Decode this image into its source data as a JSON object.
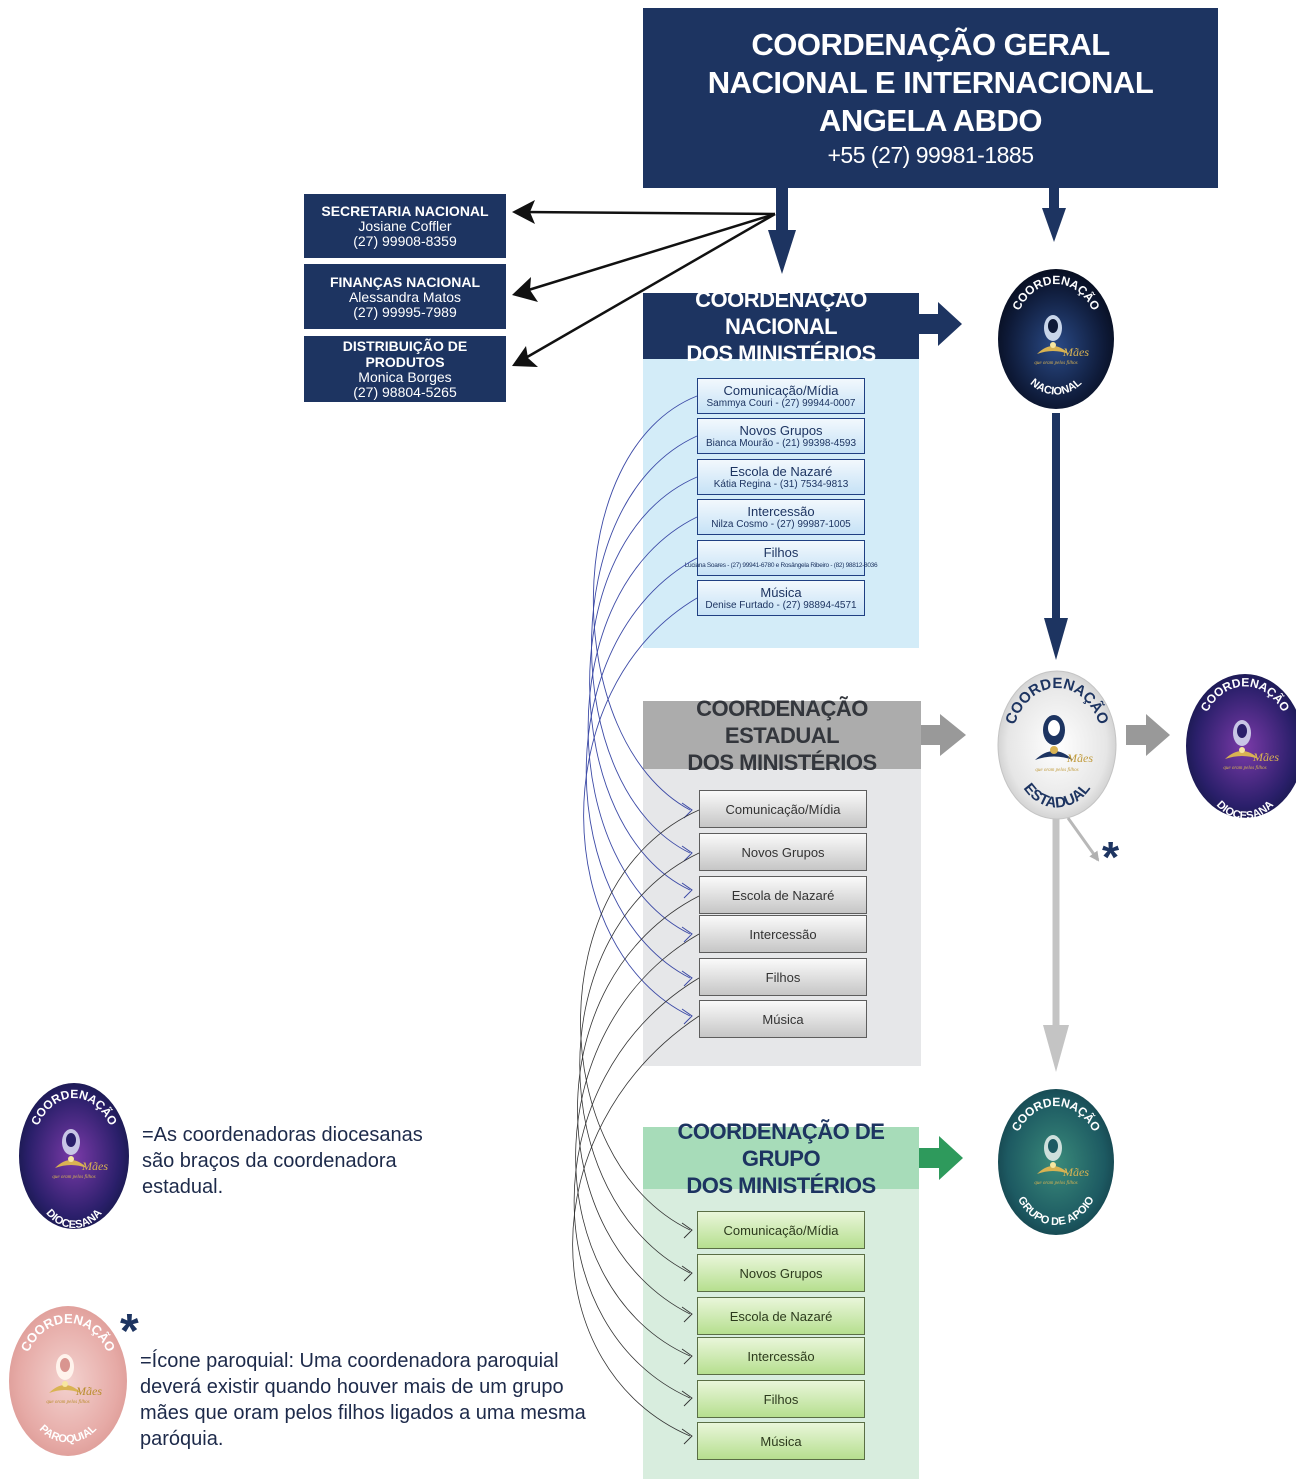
{
  "top": {
    "line1": "COORDENAÇÃO GERAL",
    "line2": "NACIONAL E INTERNACIONAL",
    "line3": "ANGELA ABDO",
    "phone": "+55 (27) 99981-1885"
  },
  "side_boxes": [
    {
      "title": "SECRETARIA NACIONAL",
      "name": "Josiane Coffler",
      "phone": "(27) 99908-8359"
    },
    {
      "title": "FINANÇAS NACIONAL",
      "name": "Alessandra Matos",
      "phone": "(27) 99995-7989"
    },
    {
      "title": "DISTRIBUIÇÃO DE PRODUTOS",
      "name": "Monica Borges",
      "phone": "(27) 98804-5265"
    }
  ],
  "nacional": {
    "header1": "COORDENAÇÃO NACIONAL",
    "header2": "DOS MINISTÉRIOS",
    "items": [
      {
        "name": "Comunicação/Mídia",
        "contact": "Sammya Couri - (27) 99944-0007"
      },
      {
        "name": "Novos Grupos",
        "contact": "Bianca Mourão - (21) 99398-4593"
      },
      {
        "name": "Escola de Nazaré",
        "contact": "Kátia Regina - (31) 7534-9813"
      },
      {
        "name": "Intercessão",
        "contact": "Nilza Cosmo - (27) 99987-1005"
      },
      {
        "name": "Filhos",
        "contact": "Luciana Soares - (27) 99941-6780 e Rosângela Ribeiro - (82) 98812-8036"
      },
      {
        "name": "Música",
        "contact": "Denise Furtado - (27) 98894-4571"
      }
    ]
  },
  "estadual": {
    "header1": "COORDENAÇÃO ESTADUAL",
    "header2": "DOS MINISTÉRIOS",
    "items": [
      "Comunicação/Mídia",
      "Novos Grupos",
      "Escola de Nazaré",
      "Intercessão",
      "Filhos",
      "Música"
    ]
  },
  "grupo": {
    "header1": "COORDENAÇÃO DE GRUPO",
    "header2": "DOS MINISTÉRIOS",
    "items": [
      "Comunicação/Mídia",
      "Novos Grupos",
      "Escola de Nazaré",
      "Intercessão",
      "Filhos",
      "Música"
    ]
  },
  "emblems": {
    "top_text": "COORDENAÇÃO",
    "script_text": "Mães",
    "script_sub": "que oram pelos filhos",
    "nacional": "NACIONAL",
    "estadual": "ESTADUAL",
    "diocesana": "DIOCESANA",
    "grupo": "GRUPO DE APOIO",
    "paroquial": "PAROQUIAL"
  },
  "asterisk": "*",
  "legend": {
    "diocesana": [
      "=As coordenadoras diocesanas",
      "são braços da coordenadora",
      "estadual."
    ],
    "paroquial": [
      "=Ícone paroquial: Uma coordenadora paroquial",
      "deverá existir quando houver mais de um grupo",
      "mães que oram pelos filhos ligados a uma mesma",
      "paróquia."
    ]
  },
  "colors": {
    "navy": "#1d3461",
    "nacional_panel": "#d3ecf8",
    "estadual_panel": "#e6e7e9",
    "grupo_panel": "#d8edde",
    "grupo_header": "#a7dcb9",
    "estadual_header": "#acacac",
    "green_arrow": "#2e9a5c",
    "grey_arrow": "#999999"
  }
}
